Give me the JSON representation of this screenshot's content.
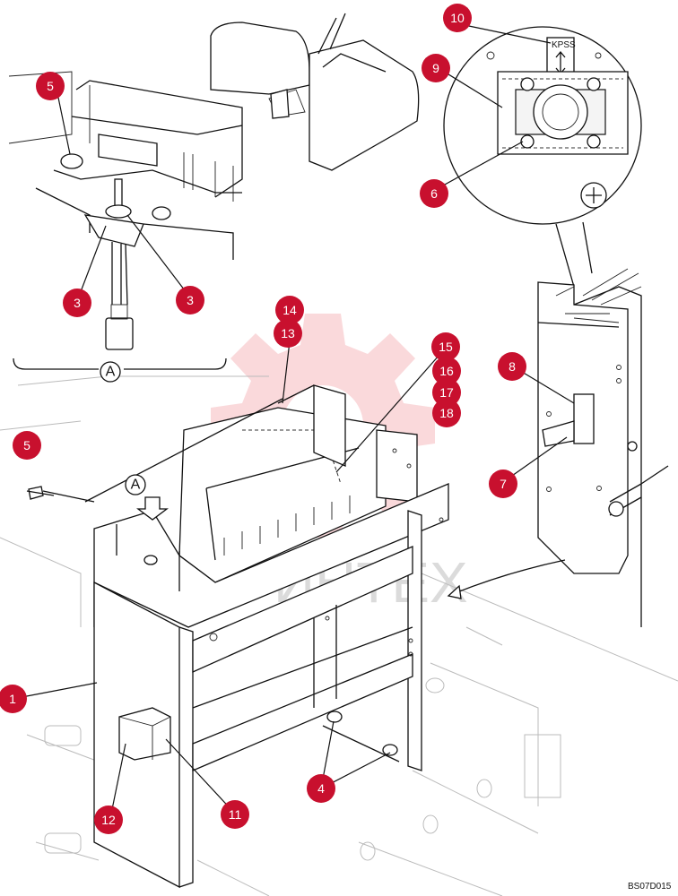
{
  "diagram": {
    "drawing_code": "BS07D015",
    "view_label": "A",
    "watermark_text": "ИНТЕХ",
    "placard_text": "KPSS",
    "callouts": [
      "1",
      "3",
      "4",
      "5",
      "6",
      "7",
      "8",
      "9",
      "10",
      "11",
      "12",
      "13",
      "14",
      "15",
      "16",
      "17",
      "18"
    ],
    "accent_color": "#c8102e"
  }
}
